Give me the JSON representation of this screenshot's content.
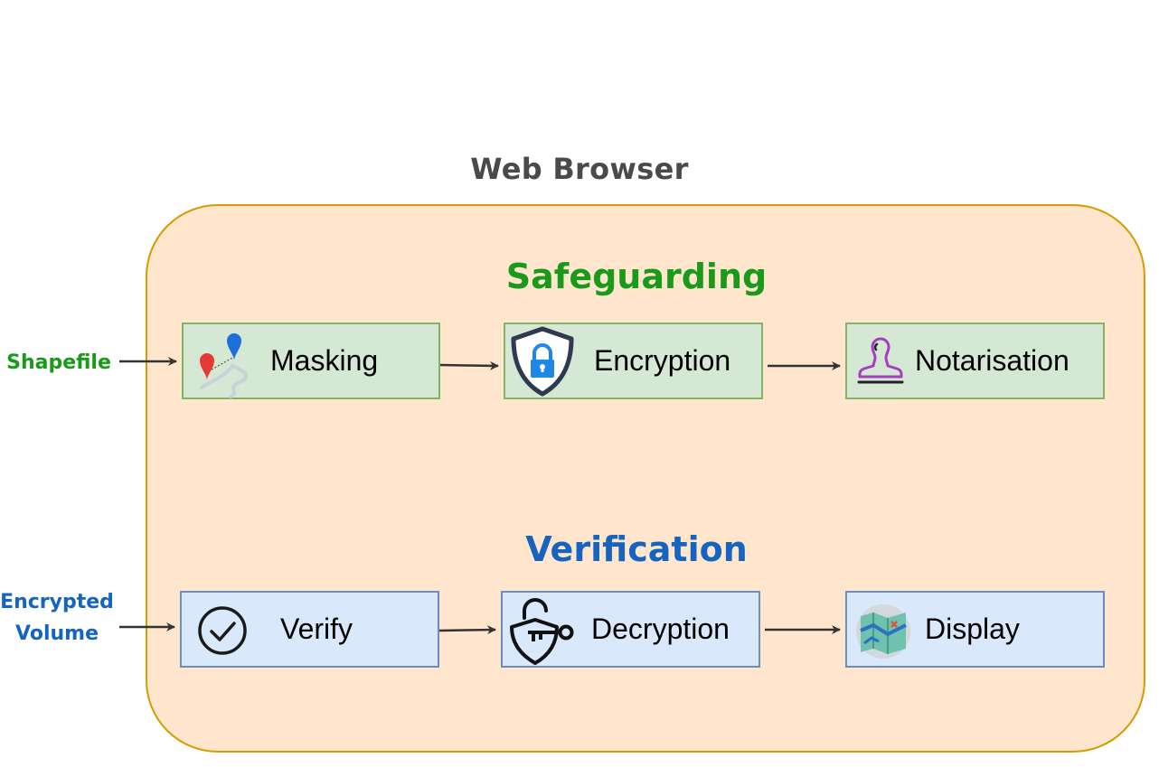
{
  "diagram": {
    "title": "Web Browser",
    "sections": {
      "safeguarding": {
        "title": "Safeguarding",
        "input_label": "Shapefile",
        "steps": [
          "Masking",
          "Encryption",
          "Notarisation"
        ]
      },
      "verification": {
        "title": "Verification",
        "input_label_line1": "Encrypted",
        "input_label_line2": "Volume",
        "steps": [
          "Verify",
          "Decryption",
          "Display"
        ]
      }
    },
    "colors": {
      "container_fill": "#ffe6cc",
      "container_border": "#d79b00",
      "safeguarding_accent": "#1a9a1a",
      "verification_accent": "#1565c0",
      "green_box_fill": "#d5e8d4",
      "blue_box_fill": "#dae8fc"
    },
    "icons": [
      "map-pins-icon",
      "shield-lock-icon",
      "stamp-icon",
      "check-circle-icon",
      "shield-key-icon",
      "map-icon"
    ]
  }
}
